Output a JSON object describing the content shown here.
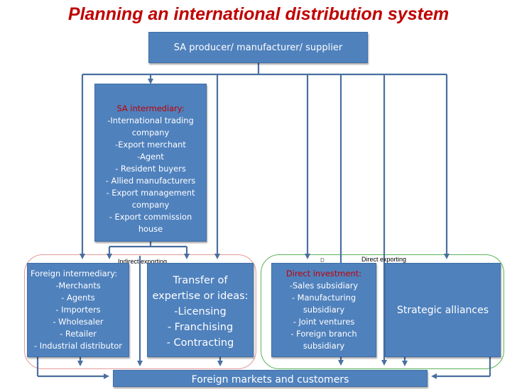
{
  "title": "Planning an international distribution system",
  "producer": "SA producer/ manufacturer/ supplier",
  "sa_intermediary": {
    "heading": "SA intermediary:",
    "lines": [
      "-International trading",
      "company",
      "-Export merchant",
      "-Agent",
      "- Resident buyers",
      "- Allied manufacturers",
      "- Export management",
      "company",
      "- Export commission",
      "house"
    ]
  },
  "labels": {
    "indirect": "Indirect exporting",
    "direct": "Direct exporting",
    "d": "D"
  },
  "foreign_intermediary": {
    "heading": "Foreign intermediary:",
    "lines": [
      "-Merchants",
      "- Agents",
      "- Importers",
      "- Wholesaler",
      "- Retailer",
      "- Industrial distributor"
    ]
  },
  "transfer": {
    "lines": [
      "Transfer of",
      "expertise or ideas:",
      "-Licensing",
      "- Franchising",
      "- Contracting"
    ]
  },
  "direct_investment": {
    "heading": "Direct investment:",
    "lines": [
      "-Sales subsidiary",
      "- Manufacturing",
      "subsidiary",
      "- Joint ventures",
      "- Foreign branch",
      "subsidiary"
    ]
  },
  "strategic": "Strategic alliances",
  "bottom": "Foreign markets and customers",
  "colors": {
    "box_fill": "#4f81bd",
    "title": "#c00000",
    "heading_red": "#c00000",
    "arrow": "#4a6fa0",
    "indirect_region": "#e39a9a",
    "direct_region": "#5ab45a"
  }
}
